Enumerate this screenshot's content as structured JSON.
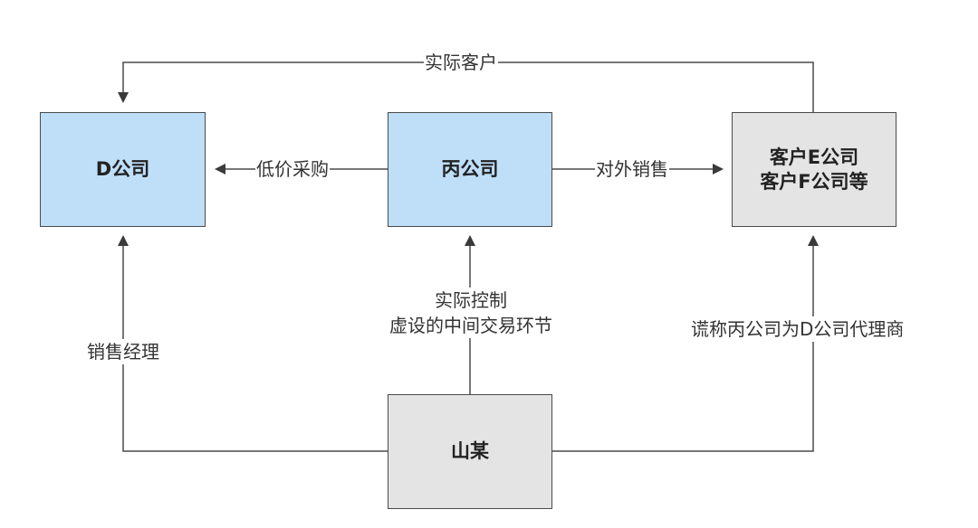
{
  "nodes": {
    "d_company": {
      "label": "D公司",
      "fill": "#bfdff9"
    },
    "bing_company": {
      "label": "丙公司",
      "fill": "#bfdff9"
    },
    "customers": {
      "line1": "客户E公司",
      "line2": "客户F公司等",
      "fill": "#e4e4e4"
    },
    "shan": {
      "label": "山某",
      "fill": "#e4e4e4"
    }
  },
  "edges": {
    "actual_customer": {
      "label": "实际客户"
    },
    "low_price_purchase": {
      "label": "低价采购"
    },
    "external_sales": {
      "label": "对外销售"
    },
    "actual_control": {
      "line1": "实际控制",
      "line2": "虚设的中间交易环节"
    },
    "sales_manager": {
      "label": "销售经理"
    },
    "false_claim": {
      "label": "谎称丙公司为D公司代理商"
    }
  },
  "colors": {
    "line": "#4a4a4a",
    "blue_node": "#bfdff9",
    "grey_node": "#e4e4e4"
  }
}
